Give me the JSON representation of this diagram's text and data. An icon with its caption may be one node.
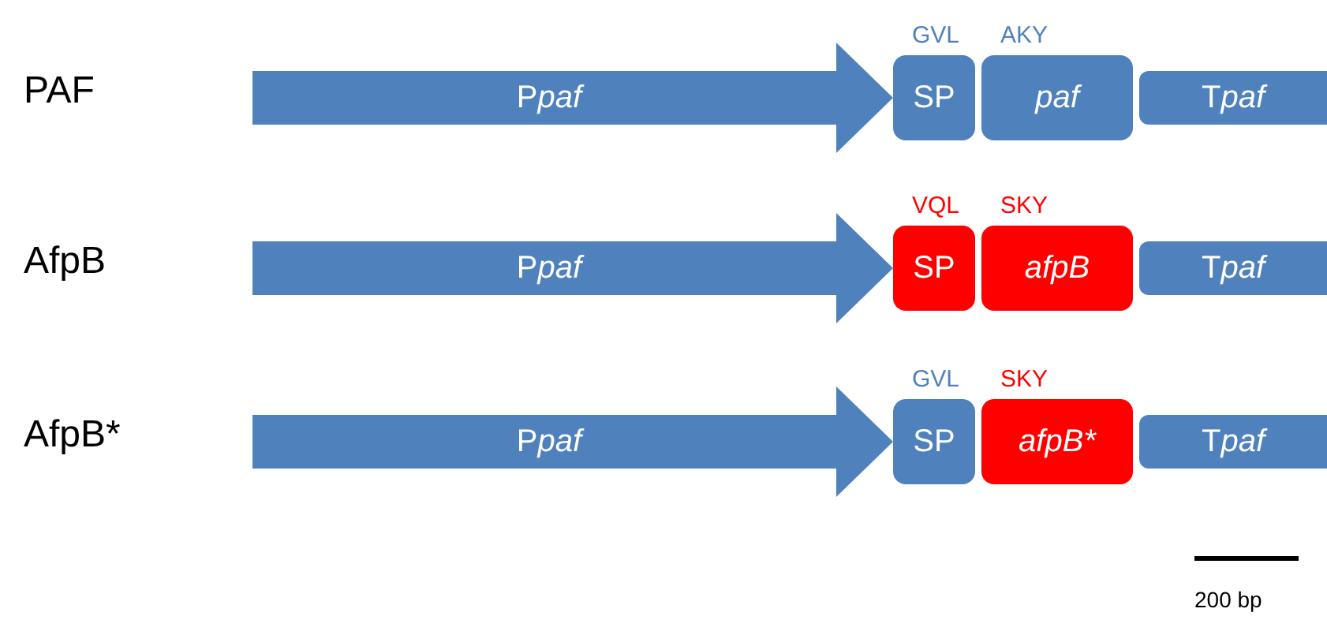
{
  "diagram": {
    "nodes": [
      {
        "text": [
          "Ppaf"
        ]
      },
      {
        "text": [
          "SP"
        ],
        "beside": [
          "GVL"
        ]
      },
      {
        "text": [
          "paf"
        ],
        "beside": [
          "AKY"
        ]
      },
      {
        "text": [
          "Tpaf"
        ]
      },
      {
        "text": [
          "Ppaf"
        ]
      },
      {
        "text": [
          "SP"
        ],
        "beside": [
          "VQL"
        ]
      },
      {
        "text": [
          "afpB"
        ],
        "beside": [
          "SKY"
        ]
      },
      {
        "text": [
          "Tpaf"
        ]
      },
      {
        "text": [
          "Ppaf"
        ]
      },
      {
        "text": [
          "SP"
        ],
        "beside": [
          "GVL"
        ]
      },
      {
        "text": [
          "afpB*"
        ],
        "beside": [
          "SKY"
        ]
      },
      {
        "text": [
          "Tpaf"
        ]
      }
    ],
    "labels": [
      "PAF",
      "AfpB",
      "AfpB*",
      "200 bp"
    ]
  }
}
